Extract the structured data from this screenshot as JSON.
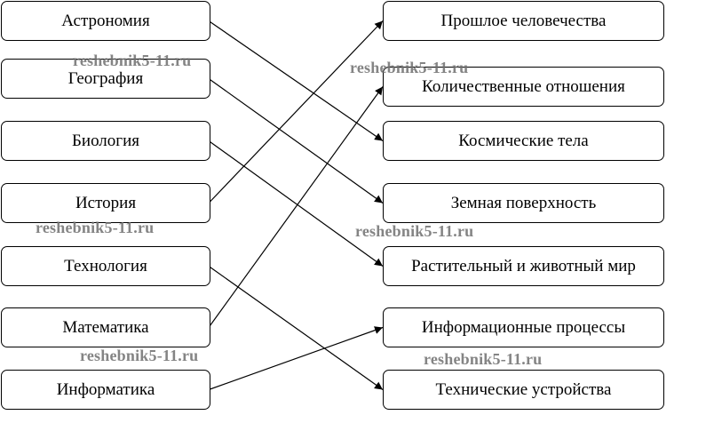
{
  "left_items": [
    {
      "id": "astronomy",
      "label": "Астрономия"
    },
    {
      "id": "geography",
      "label": "География"
    },
    {
      "id": "biology",
      "label": "Биология"
    },
    {
      "id": "history",
      "label": "История"
    },
    {
      "id": "technology",
      "label": "Технология"
    },
    {
      "id": "mathematics",
      "label": "Математика"
    },
    {
      "id": "informatics",
      "label": "Информатика"
    }
  ],
  "right_items": [
    {
      "id": "human-past",
      "label": "Прошлое человечества"
    },
    {
      "id": "quantitative-relations",
      "label": "Количественные отношения"
    },
    {
      "id": "celestial-bodies",
      "label": "Космические тела"
    },
    {
      "id": "earth-surface",
      "label": "Земная поверхность"
    },
    {
      "id": "flora-fauna",
      "label": "Растительный и животный мир"
    },
    {
      "id": "information-processes",
      "label": "Информационные процессы"
    },
    {
      "id": "technical-devices",
      "label": "Технические устройства"
    }
  ],
  "connections": [
    {
      "from": 0,
      "to": 2
    },
    {
      "from": 1,
      "to": 3
    },
    {
      "from": 2,
      "to": 4
    },
    {
      "from": 3,
      "to": 0
    },
    {
      "from": 4,
      "to": 6
    },
    {
      "from": 5,
      "to": 1
    },
    {
      "from": 6,
      "to": 5
    }
  ],
  "watermark": {
    "text": "reshebnik5-11.ru"
  },
  "colors": {
    "line": "#000000",
    "watermark": "#6e6e6e"
  }
}
